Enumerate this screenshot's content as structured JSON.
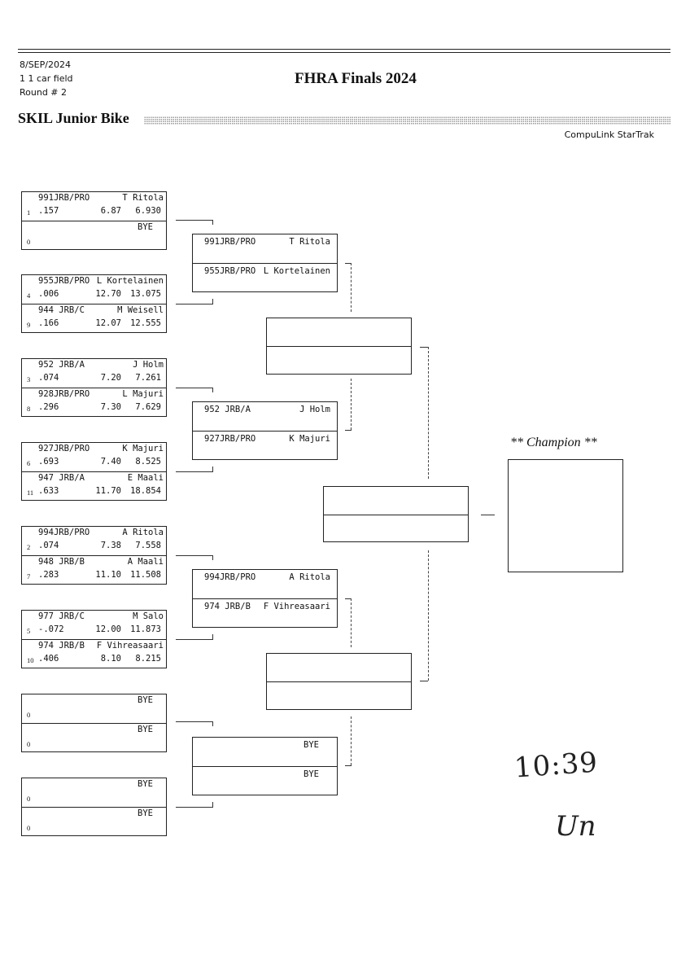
{
  "header": {
    "date": "8/SEP/2024",
    "field": "1 1 car field",
    "round": "Round # 2",
    "title": "FHRA Finals 2024",
    "category": "SKIL Junior Bike",
    "brand": "CompuLink StarTrak"
  },
  "round1": [
    {
      "top": {
        "seed": "1",
        "car": "991JRB/PRO",
        "name": "T Ritola",
        "rt": ".157",
        "dial": "6.87",
        "et": "6.930"
      },
      "bottom": {
        "seed": "0",
        "bye": "BYE"
      }
    },
    {
      "top": {
        "seed": "4",
        "car": "955JRB/PRO",
        "name": "L Kortelainen",
        "rt": ".006",
        "dial": "12.70",
        "et": "13.075"
      },
      "bottom": {
        "seed": "9",
        "car": "944 JRB/C",
        "name": "M Weisell",
        "rt": ".166",
        "dial": "12.07",
        "et": "12.555"
      }
    },
    {
      "top": {
        "seed": "3",
        "car": "952 JRB/A",
        "name": "J Holm",
        "rt": ".074",
        "dial": "7.20",
        "et": "7.261"
      },
      "bottom": {
        "seed": "8",
        "car": "928JRB/PRO",
        "name": "L Majuri",
        "rt": ".296",
        "dial": "7.30",
        "et": "7.629"
      }
    },
    {
      "top": {
        "seed": "6",
        "car": "927JRB/PRO",
        "name": "K Majuri",
        "rt": ".693",
        "dial": "7.40",
        "et": "8.525"
      },
      "bottom": {
        "seed": "11",
        "car": "947 JRB/A",
        "name": "E Maali",
        "rt": ".633",
        "dial": "11.70",
        "et": "18.854"
      }
    },
    {
      "top": {
        "seed": "2",
        "car": "994JRB/PRO",
        "name": "A Ritola",
        "rt": ".074",
        "dial": "7.38",
        "et": "7.558"
      },
      "bottom": {
        "seed": "7",
        "car": "948 JRB/B",
        "name": "A Maali",
        "rt": ".283",
        "dial": "11.10",
        "et": "11.508"
      }
    },
    {
      "top": {
        "seed": "5",
        "car": "977 JRB/C",
        "name": "M Salo",
        "rt": "-.072",
        "dial": "12.00",
        "et": "11.873"
      },
      "bottom": {
        "seed": "10",
        "car": "974 JRB/B",
        "name": "F Vihreasaari",
        "rt": ".406",
        "dial": "8.10",
        "et": "8.215"
      }
    },
    {
      "top": {
        "seed": "0",
        "bye": "BYE"
      },
      "bottom": {
        "seed": "0",
        "bye": "BYE"
      }
    },
    {
      "top": {
        "seed": "0",
        "bye": "BYE"
      },
      "bottom": {
        "seed": "0",
        "bye": "BYE"
      }
    }
  ],
  "round2": [
    {
      "top": {
        "car": "991JRB/PRO",
        "name": "T Ritola"
      },
      "bottom": {
        "car": "955JRB/PRO",
        "name": "L Kortelainen"
      }
    },
    {
      "top": {
        "car": "952 JRB/A",
        "name": "J Holm"
      },
      "bottom": {
        "car": "927JRB/PRO",
        "name": "K Majuri"
      }
    },
    {
      "top": {
        "car": "994JRB/PRO",
        "name": "A Ritola"
      },
      "bottom": {
        "car": "974 JRB/B",
        "name": "F Vihreasaari"
      }
    },
    {
      "top": {
        "bye": "BYE"
      },
      "bottom": {
        "bye": "BYE"
      }
    }
  ],
  "champion_label": "** Champion **",
  "handwriting": {
    "time": "10:39",
    "initials": "Un"
  }
}
